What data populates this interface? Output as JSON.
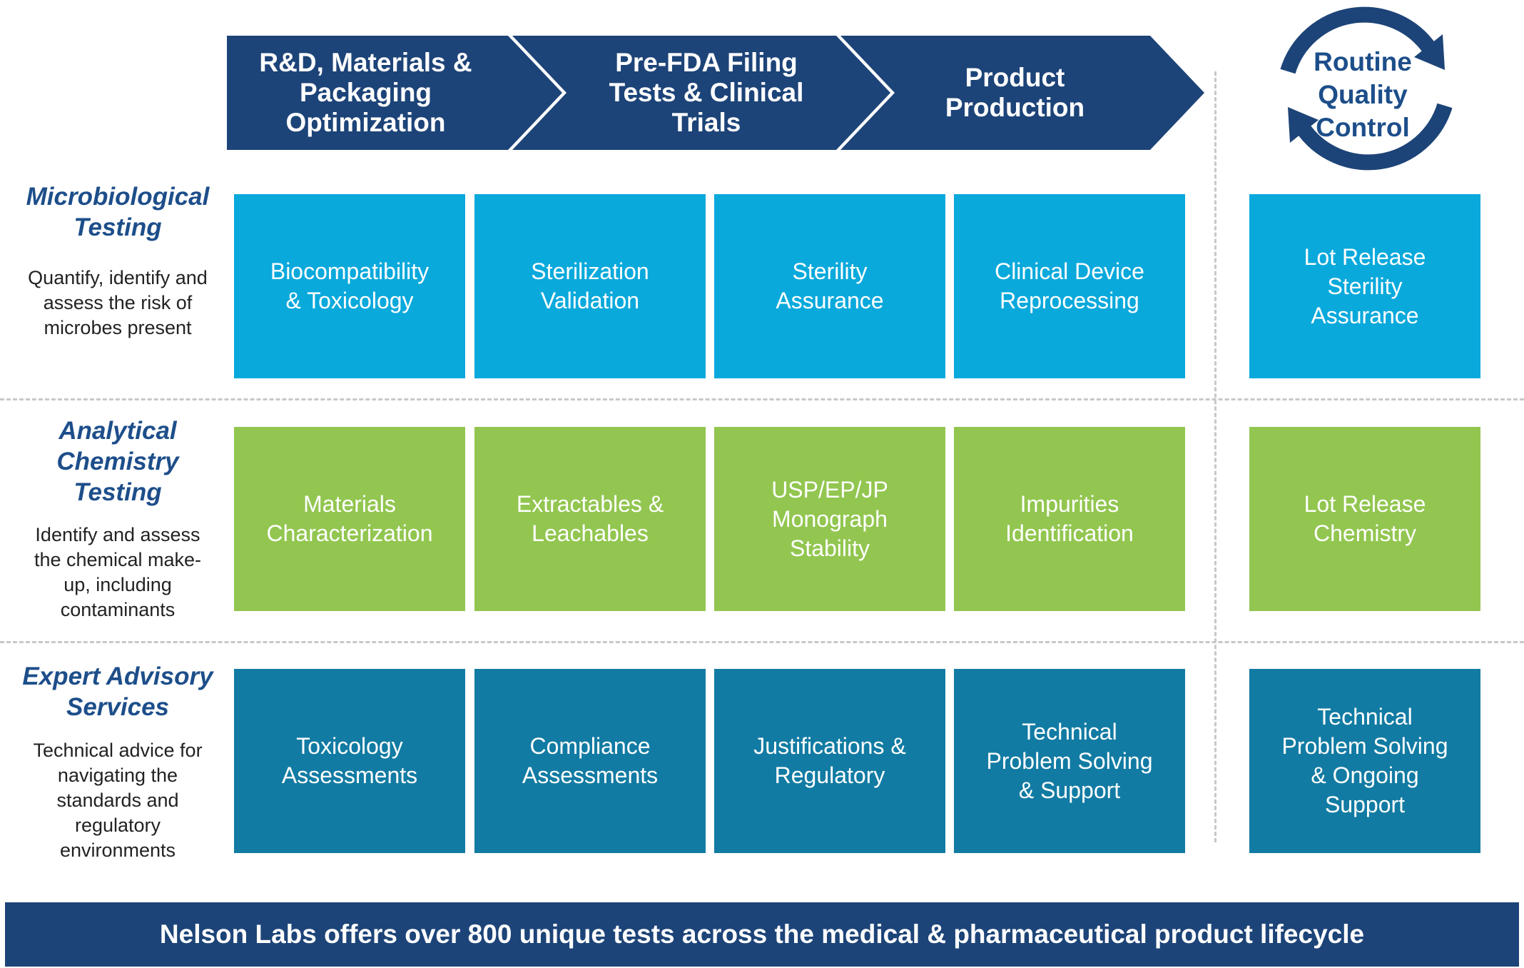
{
  "phases": [
    {
      "label": "R&D, Materials &\nPackaging\nOptimization"
    },
    {
      "label": "Pre-FDA Filing\nTests  & Clinical\nTrials"
    },
    {
      "label": "Product\nProduction"
    }
  ],
  "cycle": {
    "label": "Routine\nQuality\nControl",
    "icon": "circular-arrows-icon"
  },
  "rows": [
    {
      "title": "Microbiological\nTesting",
      "description": "Quantify, identify and\nassess the risk of\nmicrobes present",
      "boxes": [
        "Biocompatibility\n& Toxicology",
        "Sterilization\nValidation",
        "Sterility\nAssurance",
        "Clinical Device\nReprocessing"
      ],
      "qc_box": "Lot Release\nSterility\nAssurance"
    },
    {
      "title": "Analytical\nChemistry\nTesting",
      "description": "Identify and assess\nthe chemical make-\nup, including\ncontaminants",
      "boxes": [
        "Materials\nCharacterization",
        "Extractables  &\nLeachables",
        "USP/EP/JP\nMonograph\nStability",
        "Impurities\nIdentification"
      ],
      "qc_box": "Lot Release\nChemistry"
    },
    {
      "title": "Expert Advisory\nServices",
      "description": "Technical advice for\nnavigating the\nstandards and\nregulatory\nenvironments",
      "boxes": [
        "Toxicology\nAssessments",
        "Compliance\nAssessments",
        "Justifications &\nRegulatory",
        "Technical\nProblem Solving\n& Support"
      ],
      "qc_box": "Technical\nProblem Solving\n& Ongoing\nSupport"
    }
  ],
  "footer": {
    "text": "Nelson Labs offers over 800 unique tests across the medical & pharmaceutical product lifecycle"
  },
  "colors": {
    "navy": "#1d4478",
    "micro": "#0aa9dc",
    "chem": "#92c650",
    "advisory": "#127ba3",
    "title_blue": "#1d4e8a",
    "separator": "#c8c8c8"
  }
}
